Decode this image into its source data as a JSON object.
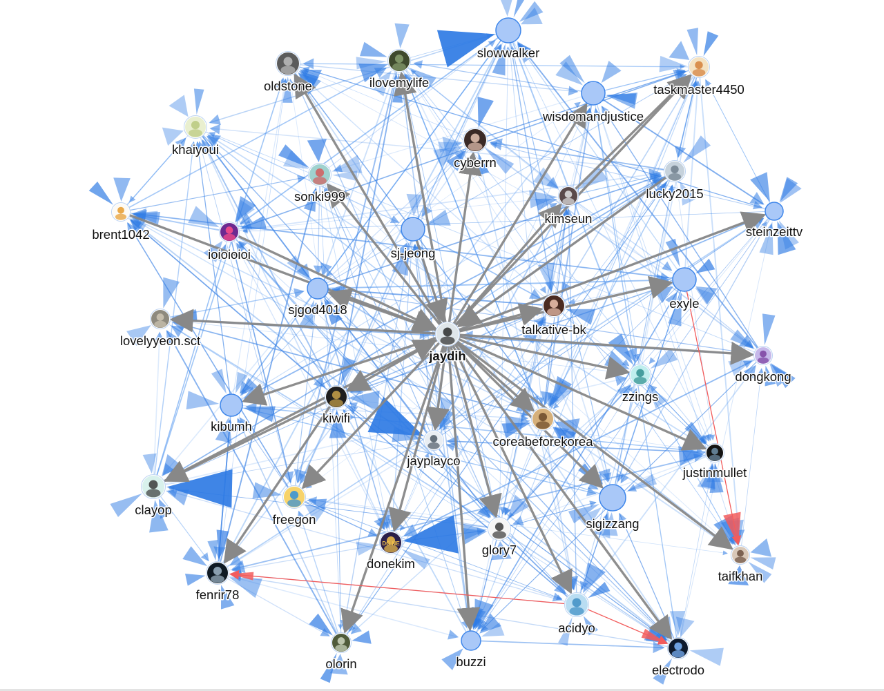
{
  "colors": {
    "background": "#ffffff",
    "edge_blue": "#2f7be4",
    "edge_blue_light": "#5b9cf0",
    "edge_gray": "#888888",
    "edge_red": "#f25c5c",
    "node_fill": "#a9c8f8",
    "node_stroke": "#3e86ea"
  },
  "center_node": "jaydih",
  "nodes": [
    {
      "id": "jaydih",
      "label": "jaydih",
      "avatar": "avatar-face-icon",
      "main": true
    },
    {
      "id": "slowwalker",
      "label": "slowwalker",
      "avatar": null
    },
    {
      "id": "oldstone",
      "label": "oldstone",
      "avatar": "avatar-stone-icon"
    },
    {
      "id": "ilovemylife",
      "label": "ilovemylife",
      "avatar": "avatar-forest-icon"
    },
    {
      "id": "taskmaster4450",
      "label": "taskmaster4450",
      "avatar": "avatar-dog-icon"
    },
    {
      "id": "wisdomandjustice",
      "label": "wisdomandjustice",
      "avatar": null
    },
    {
      "id": "khaiyoui",
      "label": "khaiyoui",
      "avatar": "avatar-field-icon"
    },
    {
      "id": "cyberrn",
      "label": "cyberrn",
      "avatar": "avatar-portrait-icon"
    },
    {
      "id": "sonki999",
      "label": "sonki999",
      "avatar": "avatar-toy-icon"
    },
    {
      "id": "lucky2015",
      "label": "lucky2015",
      "avatar": "avatar-snow-icon"
    },
    {
      "id": "kimseun",
      "label": "kimseun",
      "avatar": "avatar-photo-icon"
    },
    {
      "id": "brent1042",
      "label": "brent1042",
      "avatar": "avatar-bitcoin-icon"
    },
    {
      "id": "steinzeittv",
      "label": "steinzeittv",
      "avatar": null
    },
    {
      "id": "ioioioioi",
      "label": "ioioioioi",
      "avatar": "avatar-badge-52-icon"
    },
    {
      "id": "sj-jeong",
      "label": "sj-jeong",
      "avatar": null
    },
    {
      "id": "exyle",
      "label": "exyle",
      "avatar": null
    },
    {
      "id": "sjgod4018",
      "label": "sjgod4018",
      "avatar": null
    },
    {
      "id": "lovelyyeon.sct",
      "label": "lovelyyeon.sct",
      "avatar": "avatar-landscape-icon"
    },
    {
      "id": "talkative-bk",
      "label": "talkative-bk",
      "avatar": "avatar-woman-icon"
    },
    {
      "id": "dongkong",
      "label": "dongkong",
      "avatar": "avatar-character-icon"
    },
    {
      "id": "zzings",
      "label": "zzings",
      "avatar": "avatar-cartoon-icon"
    },
    {
      "id": "kibumh",
      "label": "kibumh",
      "avatar": null
    },
    {
      "id": "kiwifi",
      "label": "kiwifi",
      "avatar": "avatar-star-icon"
    },
    {
      "id": "coreabeforekorea",
      "label": "coreabeforekorea",
      "avatar": "avatar-bearded-man-icon"
    },
    {
      "id": "jayplayco",
      "label": "jayplayco",
      "avatar": "avatar-bird-icon"
    },
    {
      "id": "justinmullet",
      "label": "justinmullet",
      "avatar": "avatar-dark-icon"
    },
    {
      "id": "clayop",
      "label": "clayop",
      "avatar": "avatar-cartoon-man-icon"
    },
    {
      "id": "freegon",
      "label": "freegon",
      "avatar": "avatar-doraemon-icon"
    },
    {
      "id": "sigizzang",
      "label": "sigizzang",
      "avatar": null
    },
    {
      "id": "glory7",
      "label": "glory7",
      "avatar": "avatar-bear-icon"
    },
    {
      "id": "donekim",
      "label": "donekim",
      "avatar": "avatar-done-icon",
      "avatar_text": "DO NE"
    },
    {
      "id": "taifkhan",
      "label": "taifkhan",
      "avatar": "avatar-person-icon"
    },
    {
      "id": "fenrir78",
      "label": "fenrir78",
      "avatar": "avatar-wolf-icon"
    },
    {
      "id": "acidyo",
      "label": "acidyo",
      "avatar": "avatar-ice-icon"
    },
    {
      "id": "olorin",
      "label": "olorin",
      "avatar": "avatar-wizard-icon"
    },
    {
      "id": "buzzi",
      "label": "buzzi",
      "avatar": null
    },
    {
      "id": "electrodo",
      "label": "electrodo",
      "avatar": "avatar-lightning-icon"
    }
  ],
  "heavy_edges": [
    [
      "jaydih",
      "oldstone"
    ],
    [
      "jaydih",
      "ilovemylife"
    ],
    [
      "jaydih",
      "cyberrn"
    ],
    [
      "jaydih",
      "sonki999"
    ],
    [
      "jaydih",
      "wisdomandjustice"
    ],
    [
      "jaydih",
      "taskmaster4450"
    ],
    [
      "jaydih",
      "kimseun"
    ],
    [
      "jaydih",
      "steinzeittv"
    ],
    [
      "jaydih",
      "exyle"
    ],
    [
      "jaydih",
      "talkative-bk"
    ],
    [
      "jaydih",
      "dongkong"
    ],
    [
      "jaydih",
      "zzings"
    ],
    [
      "jaydih",
      "lovelyyeon.sct"
    ],
    [
      "jaydih",
      "sjgod4018"
    ],
    [
      "jaydih",
      "kiwifi"
    ],
    [
      "jaydih",
      "kibumh"
    ],
    [
      "jaydih",
      "coreabeforekorea"
    ],
    [
      "jaydih",
      "justinmullet"
    ],
    [
      "jaydih",
      "taifkhan"
    ],
    [
      "jaydih",
      "freegon"
    ],
    [
      "jaydih",
      "donekim"
    ],
    [
      "jaydih",
      "buzzi"
    ],
    [
      "jaydih",
      "glory7"
    ],
    [
      "jaydih",
      "acidyo"
    ],
    [
      "jaydih",
      "electrodo"
    ],
    [
      "jaydih",
      "olorin"
    ],
    [
      "jaydih",
      "sigizzang"
    ],
    [
      "jaydih",
      "jayplayco"
    ],
    [
      "brent1042",
      "jaydih"
    ],
    [
      "ioioioioi",
      "jaydih"
    ],
    [
      "sj-jeong",
      "jaydih"
    ],
    [
      "lucky2015",
      "jaydih"
    ],
    [
      "clayop",
      "jaydih"
    ],
    [
      "kiwifi",
      "fenrir78"
    ],
    [
      "kiwifi",
      "clayop"
    ],
    [
      "kimseun",
      "taskmaster4450"
    ]
  ],
  "red_edges": [
    [
      "exyle",
      "taifkhan"
    ],
    [
      "acidyo",
      "fenrir78"
    ],
    [
      "acidyo",
      "electrodo"
    ]
  ],
  "big_blue_arrows": [
    [
      "glory7",
      "donekim"
    ],
    [
      "kiwifi",
      "jayplayco"
    ],
    [
      "sigizzang",
      "clayop"
    ],
    [
      "ilovemylife",
      "slowwalker"
    ]
  ]
}
